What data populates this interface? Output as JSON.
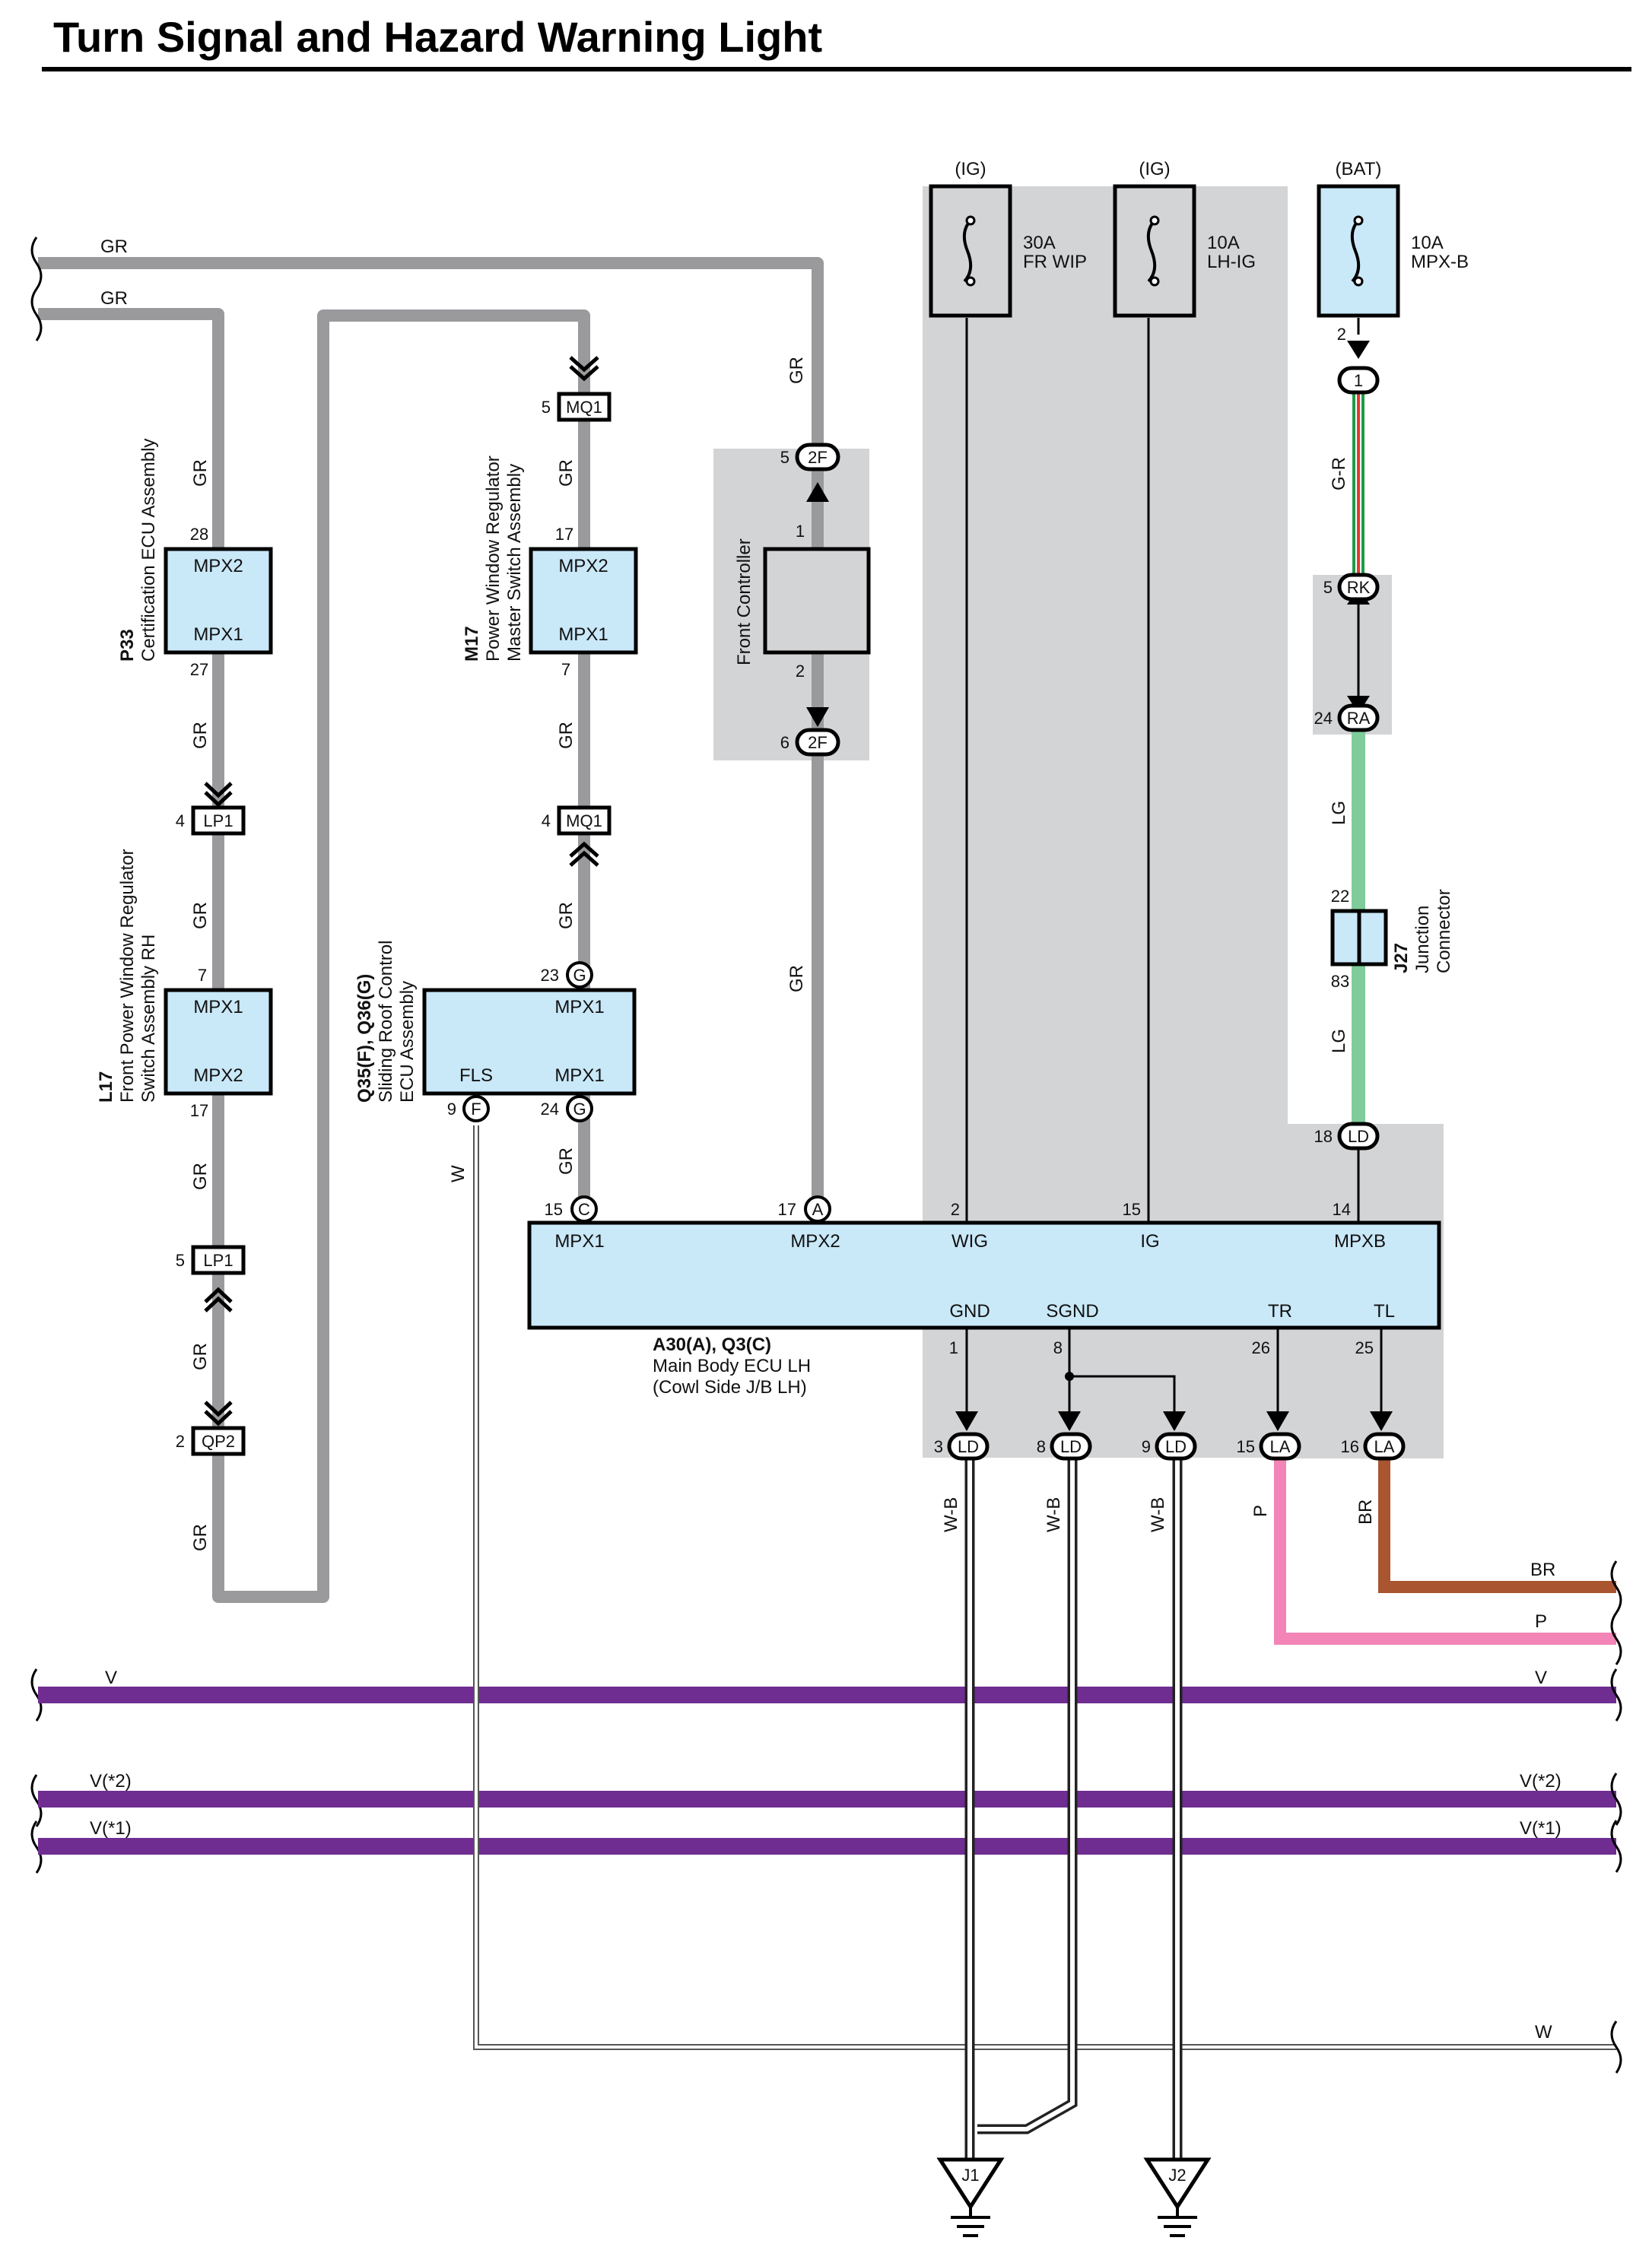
{
  "title": "Turn Signal and Hazard Warning Light",
  "fuses": [
    {
      "source": "(IG)",
      "amp": "30A",
      "name": "FR WIP"
    },
    {
      "source": "(IG)",
      "amp": "10A",
      "name": "LH-IG"
    },
    {
      "source": "(BAT)",
      "amp": "10A",
      "name": "MPX-B"
    }
  ],
  "components": {
    "p33": {
      "code": "P33",
      "name": "Certification ECU Assembly",
      "top_pin": "28",
      "top_term": "MPX2",
      "bottom_pin": "27",
      "bottom_term": "MPX1"
    },
    "m17": {
      "code": "M17",
      "name_line1": "Power Window Regulator",
      "name_line2": "Master Switch Assembly",
      "top_pin": "17",
      "top_term": "MPX2",
      "bottom_pin": "7",
      "bottom_term": "MPX1"
    },
    "l17": {
      "code": "L17",
      "name_line1": "Front Power Window Regulator",
      "name_line2": "Switch Assembly RH",
      "top_pin": "7",
      "top_term": "MPX1",
      "bottom_pin": "17",
      "bottom_term": "MPX2"
    },
    "q35": {
      "code": "Q35(F), Q36(G)",
      "name_line1": "Sliding Roof Control",
      "name_line2": "ECU Assembly",
      "top_pin": "23",
      "top_conn": "G",
      "top_term": "MPX1",
      "fls_pin": "9",
      "fls_conn": "F",
      "fls_term": "FLS",
      "bottom_pin": "24",
      "bottom_conn": "G",
      "bottom_term": "MPX1"
    },
    "front_controller": {
      "name": "Front Controller",
      "top_pin": "1",
      "bottom_pin": "2"
    },
    "j27": {
      "code": "J27",
      "name_line1": "Junction",
      "name_line2": "Connector",
      "top_pin": "22",
      "bottom_pin": "83"
    },
    "main_ecu": {
      "code": "A30(A), Q3(C)",
      "name_line1": "Main Body ECU LH",
      "name_line2": "(Cowl Side J/B LH)",
      "top_terms": [
        {
          "pin": "15",
          "conn": "C",
          "term": "MPX1"
        },
        {
          "pin": "17",
          "conn": "A",
          "term": "MPX2"
        },
        {
          "pin": "2",
          "conn": "",
          "term": "WIG"
        },
        {
          "pin": "15",
          "conn": "",
          "term": "IG"
        },
        {
          "pin": "14",
          "conn": "",
          "term": "MPXB"
        }
      ],
      "bottom_terms": [
        {
          "pin": "1",
          "term": "GND"
        },
        {
          "pin": "8",
          "term": "SGND"
        },
        {
          "pin": "26",
          "term": "TR"
        },
        {
          "pin": "25",
          "term": "TL"
        }
      ]
    }
  },
  "connectors": [
    {
      "pin": "5",
      "code": "MQ1"
    },
    {
      "pin": "4",
      "code": "LP1"
    },
    {
      "pin": "4",
      "code": "MQ1"
    },
    {
      "pin": "5",
      "code": "LP1"
    },
    {
      "pin": "2",
      "code": "QP2"
    },
    {
      "pin": "5",
      "code": "2F"
    },
    {
      "pin": "6",
      "code": "2F"
    },
    {
      "pin": "2",
      "code": ""
    },
    {
      "pin": "",
      "code": "1"
    },
    {
      "pin": "5",
      "code": "RK"
    },
    {
      "pin": "24",
      "code": "RA"
    },
    {
      "pin": "18",
      "code": "LD"
    },
    {
      "pin": "3",
      "code": "LD"
    },
    {
      "pin": "8",
      "code": "LD"
    },
    {
      "pin": "9",
      "code": "LD"
    },
    {
      "pin": "15",
      "code": "LA"
    },
    {
      "pin": "16",
      "code": "LA"
    }
  ],
  "wire_labels": {
    "gr": "GR",
    "gr_left_1": "GR",
    "gr_left_2": "GR",
    "g_r": "G-R",
    "lg": "LG",
    "w": "W",
    "w_b": "W-B",
    "p": "P",
    "br": "BR",
    "v": "V",
    "v2": "V(*2)",
    "v1": "V(*1)"
  },
  "grounds": [
    "J1",
    "J2"
  ],
  "colors": {
    "gray_wire": "#9a9a9d",
    "violet": "#6f2d91",
    "pink": "#f285b6",
    "brown": "#a85530",
    "light_green": "#7fcc9a",
    "ecu_fill": "#c9e8f8",
    "shade": "#d3d4d6"
  }
}
